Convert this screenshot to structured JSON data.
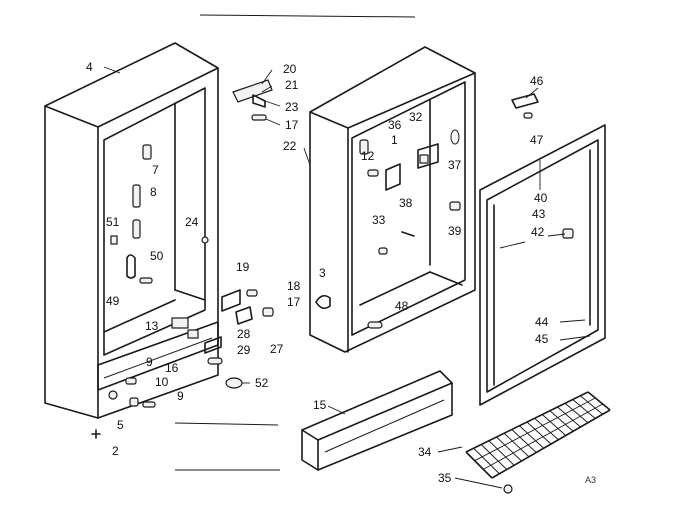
{
  "diagram": {
    "callouts": [
      "4",
      "20",
      "21",
      "23",
      "17",
      "22",
      "36",
      "32",
      "46",
      "47",
      "12",
      "37",
      "7",
      "1",
      "8",
      "24",
      "51",
      "33",
      "38",
      "39",
      "40",
      "43",
      "42",
      "50",
      "3",
      "49",
      "19",
      "18",
      "17",
      "48",
      "13",
      "28",
      "27",
      "29",
      "16",
      "9",
      "10",
      "52",
      "5",
      "9",
      "15",
      "44",
      "45",
      "34",
      "35",
      "2"
    ],
    "corner_mark": "A3"
  }
}
